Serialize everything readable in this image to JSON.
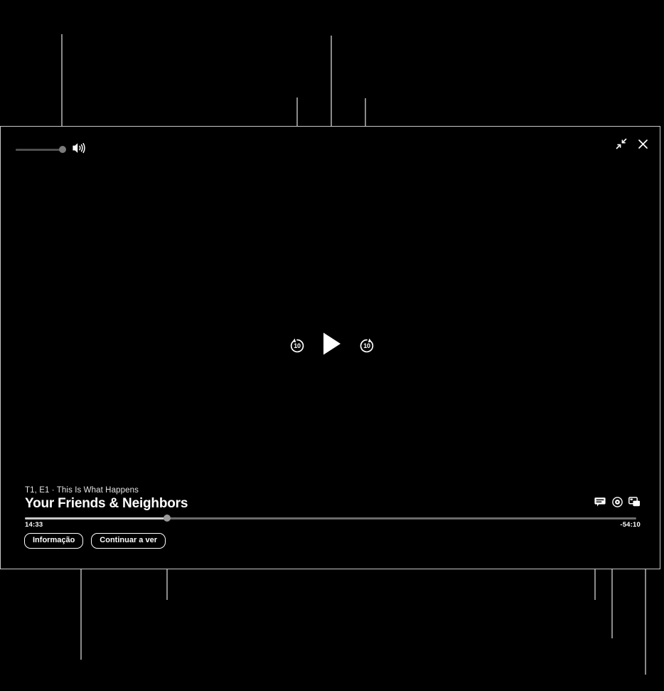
{
  "player": {
    "volume": {
      "label": "Volume",
      "level_percent": 90,
      "icon": "speaker-waves-icon"
    },
    "window_controls": [
      {
        "name": "exit-fullscreen-icon",
        "label": "Sair do ecrã inteiro"
      },
      {
        "name": "close-icon",
        "label": "Fechar"
      }
    ],
    "transport": {
      "skip_back": {
        "icon": "skip-back-10-icon",
        "seconds": "10"
      },
      "play": {
        "icon": "play-icon",
        "label": "Reproduzir"
      },
      "skip_forward": {
        "icon": "skip-forward-10-icon",
        "seconds": "10"
      }
    },
    "metadata": {
      "episode": "T1, E1 · This Is What Happens",
      "title": "Your Friends & Neighbors"
    },
    "progress": {
      "elapsed": "14:33",
      "remaining": "-54:10",
      "played_percent": 23
    },
    "actions": [
      {
        "name": "info-button",
        "label": "Informação"
      },
      {
        "name": "continue-watching-button",
        "label": "Continuar a ver"
      }
    ],
    "rail_icons": [
      {
        "name": "subtitles-icon",
        "label": "Legendas"
      },
      {
        "name": "audio-settings-icon",
        "label": "Áudio"
      },
      {
        "name": "picture-in-picture-icon",
        "label": "Imagem sobre imagem"
      }
    ]
  },
  "annotations": {
    "line_color": "#8a8a8a",
    "callouts": [
      {
        "name": "callout-volume",
        "target": "volume-handle"
      },
      {
        "name": "callout-skip-back",
        "target": "skip-back-button"
      },
      {
        "name": "callout-play",
        "target": "play-button"
      },
      {
        "name": "callout-skip-forward",
        "target": "skip-forward-button"
      },
      {
        "name": "callout-info",
        "target": "info-button"
      },
      {
        "name": "callout-scrubber",
        "target": "scrub-handle"
      },
      {
        "name": "callout-subtitles",
        "target": "subtitles-icon"
      },
      {
        "name": "callout-audio",
        "target": "audio-settings-icon"
      },
      {
        "name": "callout-pip",
        "target": "picture-in-picture-icon"
      }
    ]
  }
}
